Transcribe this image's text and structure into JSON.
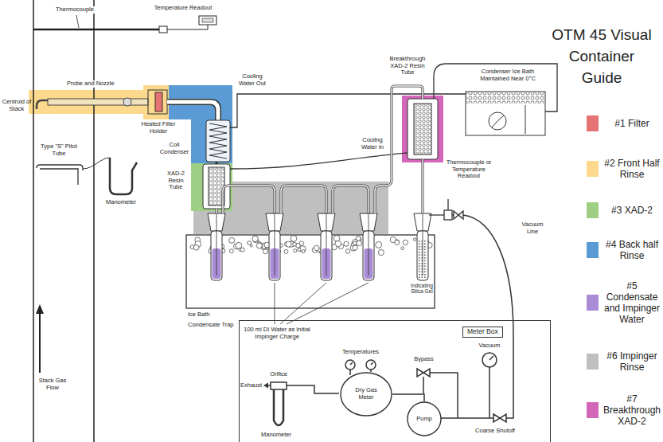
{
  "diagram": {
    "title": "OTM 45 Visual Container Guide",
    "nodes": [
      {
        "text": [
          "Meter Box"
        ]
      },
      {
        "text": [
          "Dry Gas Meter"
        ],
        "in": 0
      },
      {
        "text": [
          "Pump"
        ],
        "in": 0
      }
    ],
    "edges": [
      {
        "from": 1,
        "to": 2,
        "arrow": "none"
      }
    ],
    "labels": [
      "Thermocouple",
      "Temperature Readout",
      "Probe and Nozzle",
      "Centroid of Stack",
      "Heated Filter Holder",
      "Cooling Water Out",
      "Coil Condenser",
      "XAD-2 Resin Tube",
      "Condenser Ice Bath Maintained Near 0°C",
      "Breakthrough XAD-2 Resin Tube",
      "Cooling Water In",
      "Thermocouple or Temperature Readout",
      "Type \"S\" Pitot Tube",
      "Manometer",
      "Vacuum Line",
      "Ice Bath",
      "Condensate Trap",
      "100 ml DI Water as Initial Impinger Charge",
      "Indicating Silica Gel",
      "Stack Gas Flow",
      "Temperatures",
      "Orifice",
      "Exhaust",
      "Bypass",
      "Vacuum",
      "Manometer",
      "Coarse Shutoff"
    ],
    "legend": [
      {
        "text": "#1 Filter",
        "color": "#e57373"
      },
      {
        "text": "#2 Front Half Rinse",
        "color": "#fcd98d"
      },
      {
        "text": "#3 XAD-2",
        "color": "#9fcf84"
      },
      {
        "text": "#4 Back half Rinse",
        "color": "#5b9bd5"
      },
      {
        "text": "#5 Condensate and Impinger Water",
        "color": "#a98bd6"
      },
      {
        "text": "#6 Impinger Rinse",
        "color": "#bfbfbf"
      },
      {
        "text": "#7 Breakthrough XAD-2",
        "color": "#d466b9"
      }
    ]
  }
}
